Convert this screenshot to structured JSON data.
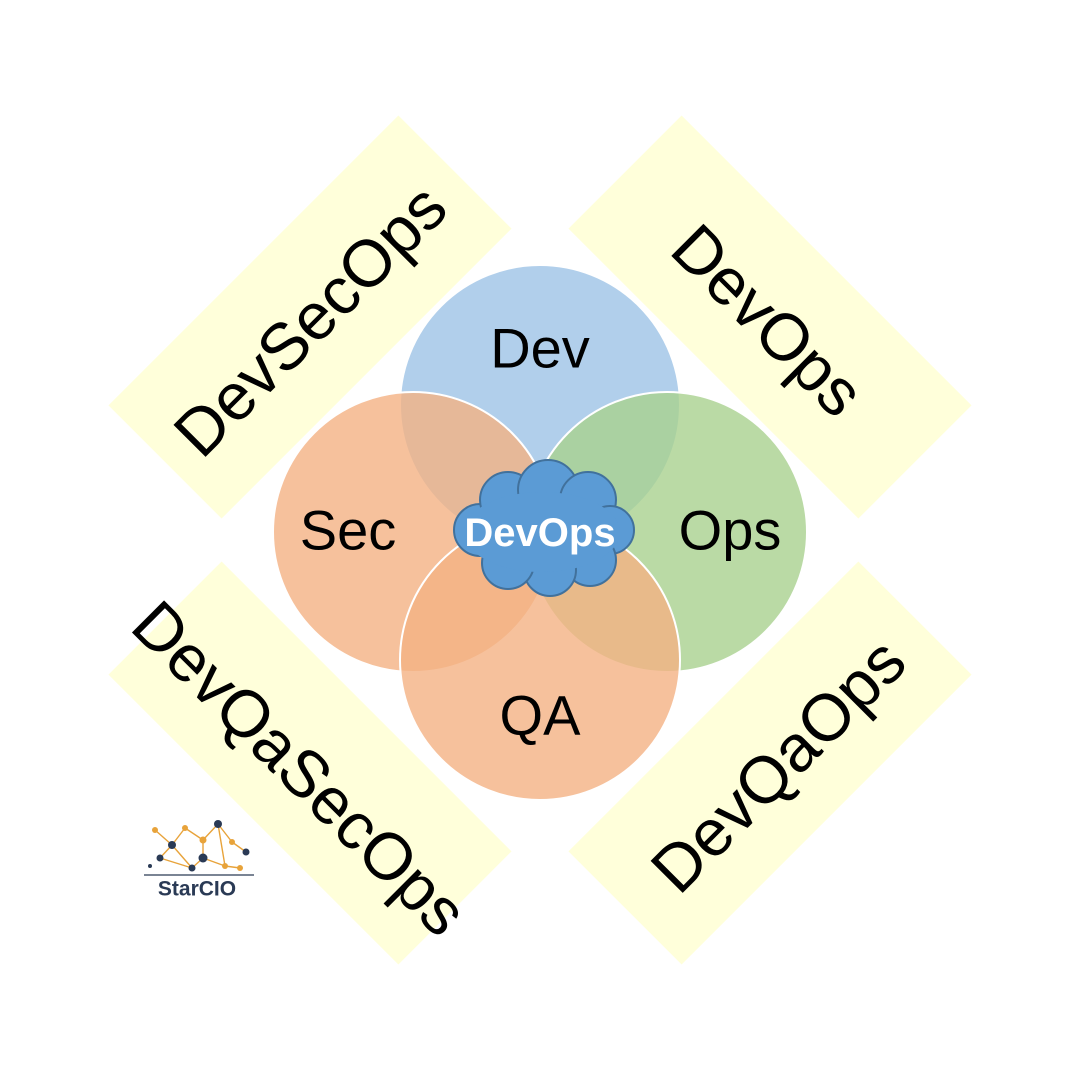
{
  "bands": [
    {
      "label": "DevSecOps"
    },
    {
      "label": "DevOps"
    },
    {
      "label": "DevQaSecOps"
    },
    {
      "label": "DevQaOps"
    }
  ],
  "circles": {
    "dev": {
      "label": "Dev",
      "color": "#9DC3E6"
    },
    "ops": {
      "label": "Ops",
      "color": "#A9D18E"
    },
    "sec": {
      "label": "Sec",
      "color": "#F4B183"
    },
    "qa": {
      "label": "QA",
      "color": "#F4B183"
    }
  },
  "center": {
    "label": "DevOps",
    "color": "#5B9BD5"
  },
  "logo": {
    "text": "StarCIO"
  },
  "colors": {
    "band": "#FFFFDA"
  }
}
